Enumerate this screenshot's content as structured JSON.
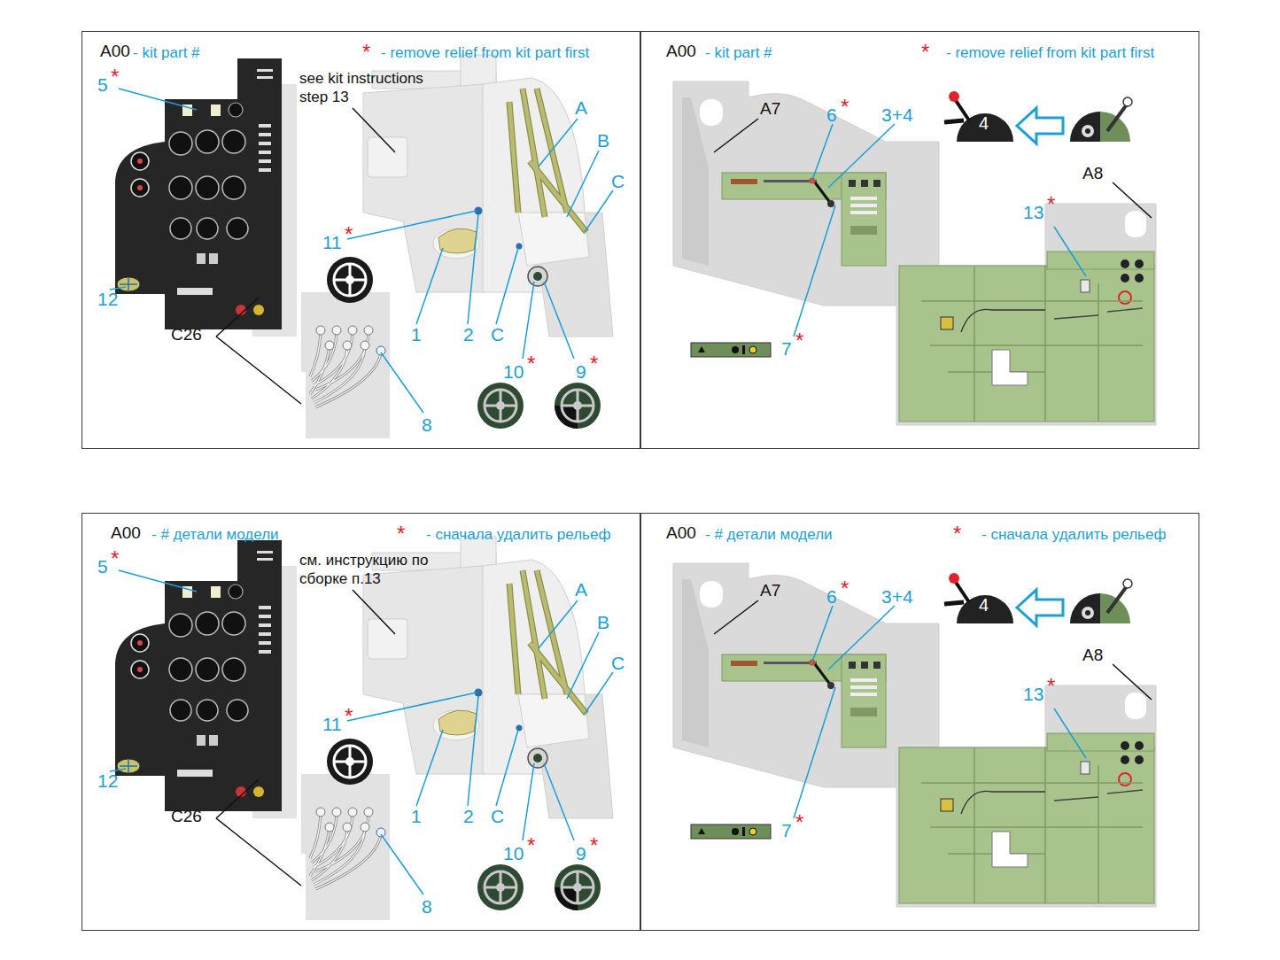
{
  "diagram": {
    "nodes": [
      {
        "text": [
          "A00",
          "- kit part #",
          "*",
          "- remove relief from kit part first"
        ]
      },
      {
        "text": [
          "A00",
          "- kit part #",
          "*",
          "- remove relief from kit part first"
        ]
      },
      {
        "text": [
          "A00",
          "- # детали модели",
          "*",
          "- сначала удалить рельеф"
        ]
      },
      {
        "text": [
          "A00",
          "- # детали модели",
          "*",
          "- сначала удалить рельеф"
        ]
      }
    ],
    "labels": [
      "5",
      "*",
      "12",
      "C26",
      "8",
      "see kit instructions step 13",
      "A",
      "B",
      "C",
      "11",
      "*",
      "1",
      "2",
      "C",
      "10",
      "*",
      "9",
      "*",
      "A7",
      "6",
      "*",
      "3+4",
      "4",
      "A8",
      "13",
      "*",
      "7",
      "*",
      "5",
      "*",
      "12",
      "C26",
      "8",
      "см. инструкцию по сборке п.13",
      "A",
      "B",
      "C",
      "11",
      "*",
      "1",
      "2",
      "C",
      "10",
      "*",
      "9",
      "*",
      "A7",
      "6",
      "*",
      "3+4",
      "4",
      "A8",
      "13",
      "*",
      "7",
      "*"
    ]
  }
}
